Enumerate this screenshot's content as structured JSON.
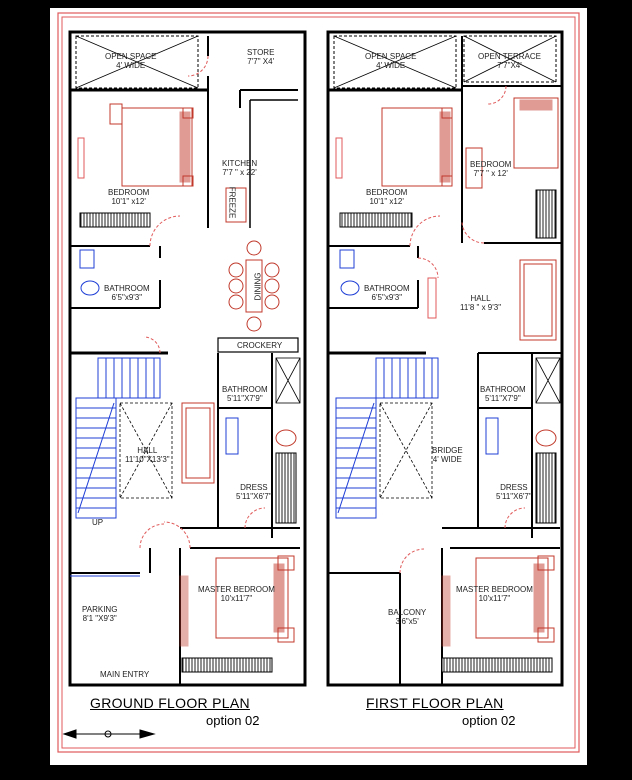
{
  "ground": {
    "open_space": {
      "name": "OPEN SPACE",
      "size": "4' WIDE"
    },
    "store": {
      "name": "STORE",
      "size": "7'7\" X4'"
    },
    "kitchen": {
      "name": "KITCHEN",
      "size": "7'7 \" x 22'"
    },
    "freeze": "FREEZE",
    "bedroom": {
      "name": "BEDROOM",
      "size": "10'1\" x12'"
    },
    "dining": "DINING",
    "bathroom": {
      "name": "BATHROOM",
      "size": "6'5\"x9'3\""
    },
    "crockery": "CROCKERY",
    "bathroom2": {
      "name": "BATHROOM",
      "size": "5'11\"X7'9\""
    },
    "hall": {
      "name": "HALL",
      "size": "11'10\"X13'3\""
    },
    "dress": {
      "name": "DRESS",
      "size": "5'11\"X6'7\""
    },
    "up": "UP",
    "parking": {
      "name": "PARKING",
      "size": "8'1 \"X9'3\""
    },
    "master": {
      "name": "MASTER BEDROOM",
      "size": "10'x11'7\""
    },
    "main_entry": "MAIN ENTRY",
    "title": "GROUND FLOOR PLAN",
    "option": "option 02"
  },
  "first": {
    "open_space": {
      "name": "OPEN SPACE",
      "size": "4' WIDE"
    },
    "terrace": {
      "name": "OPEN TERRACE",
      "size": "7'7\"X4'"
    },
    "bedroom": {
      "name": "BEDROOM",
      "size": "10'1\" x12'"
    },
    "bedroom2": {
      "name": "BEDROOM",
      "size": "7'7 \" x 12'"
    },
    "bathroom": {
      "name": "BATHROOM",
      "size": "6'5\"x9'3\""
    },
    "hall": {
      "name": "HALL",
      "size": "11'8 \" x 9'3\""
    },
    "bathroom2": {
      "name": "BATHROOM",
      "size": "5'11\"X7'9\""
    },
    "bridge": {
      "name": "BRIDGE",
      "size": "4' WIDE"
    },
    "dress": {
      "name": "DRESS",
      "size": "5'11\"X6'7\""
    },
    "balcony": {
      "name": "BALCONY",
      "size": "3'6\"x5'"
    },
    "master": {
      "name": "MASTER BEDROOM",
      "size": "10'x11'7\""
    },
    "title": "FIRST FLOOR PLAN",
    "option": "option 02"
  },
  "colors": {
    "wall": "#000000",
    "furniture": "#c0392b",
    "stair": "#1f3fd6",
    "border": "#e05a5a"
  },
  "icons": [
    "north-arrow-icon"
  ]
}
